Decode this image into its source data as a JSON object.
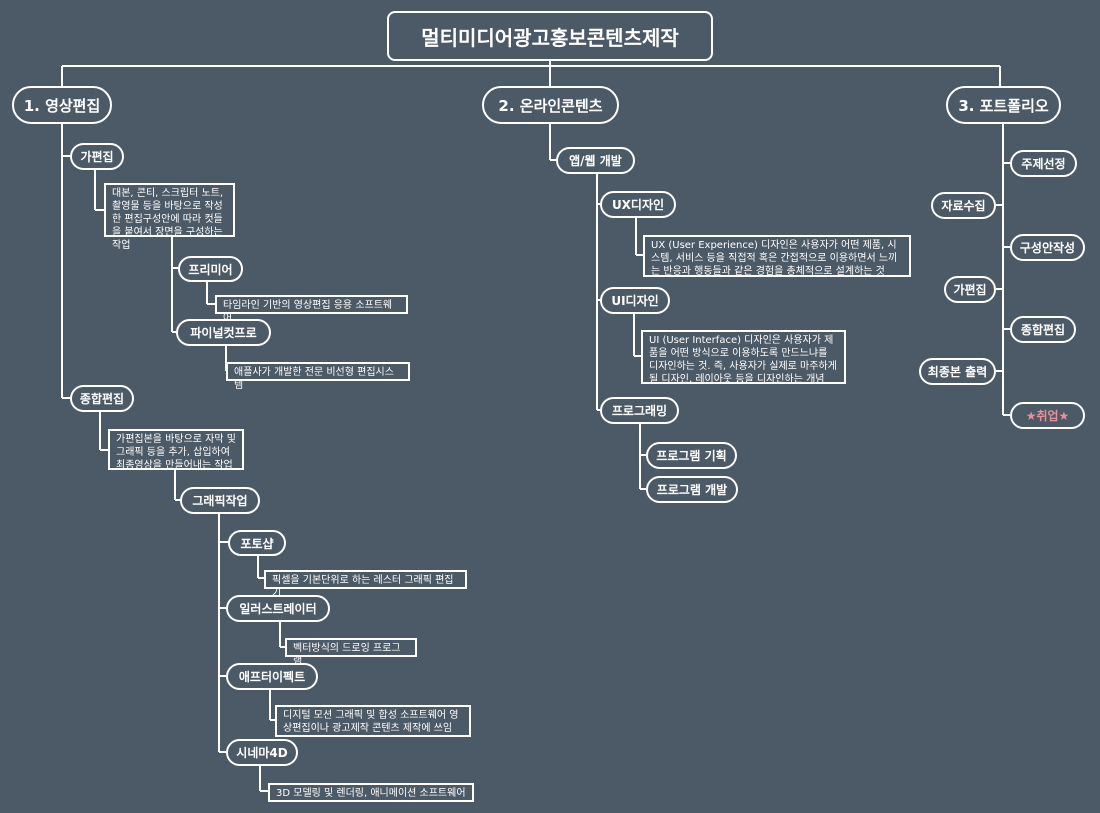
{
  "title": "멀티미디어광고홍보콘텐츠제작",
  "branch1": {
    "label": "1. 영상편집",
    "rough_edit": {
      "label": "가편집",
      "desc": "대본, 콘티, 스크립터 노트, 촬영물 등을 바탕으로 작성한 편집구성안에 따라 컷들을 붙여서 장면을 구성하는 작업",
      "premiere": {
        "label": "프리미어",
        "desc": "타임라인 기반의 영상편집 응용 소프트웨어"
      },
      "finalcut": {
        "label": "파이널컷프로",
        "desc": "애플사가 개발한 전문 비선형 편집시스템"
      }
    },
    "final_edit": {
      "label": "종합편집",
      "desc": "가편집본을 바탕으로 자막 및 그래픽 등을 추가, 삽입하여 최종영상을 만들어내는 작업",
      "graphic": {
        "label": "그래픽작업",
        "photoshop": {
          "label": "포토샵",
          "desc": "픽셀을 기본단위로 하는 레스터 그래픽 편집기"
        },
        "illustrator": {
          "label": "일러스트레이터",
          "desc": "벡터방식의 드로잉 프로그램"
        },
        "aftereffects": {
          "label": "애프터이펙트",
          "desc": "디지털 모션 그래픽 및 합성 소프트웨어 영상편집이나 광고제작 콘텐츠 제작에 쓰임"
        },
        "cinema4d": {
          "label": "시네마4D",
          "desc": "3D 모델링 및 렌더링, 애니메이션 소프트웨어"
        }
      }
    }
  },
  "branch2": {
    "label": "2. 온라인콘텐츠",
    "app": {
      "label": "앱/웹 개발",
      "ux": {
        "label": "UX디자인",
        "desc": "UX (User Experience) 디자인은 사용자가 어떤 제품, 시스템, 서비스 등을 직접적 혹은 간접적으로 이용하면서 느끼는 반응과 행동들과 같은 경험을 총체적으로 설계하는 것"
      },
      "ui": {
        "label": "UI디자인",
        "desc": "UI (User Interface) 디자인은 사용자가 제품을 어떤 방식으로 이용하도록 만드느냐를 디자인하는 것. 즉, 사용자가 실제로 마주하게 될 디자인, 레이아웃 등을 디자인하는 개념"
      },
      "programming": {
        "label": "프로그래밍",
        "plan": "프로그램 기획",
        "dev": "프로그램 개발"
      }
    }
  },
  "branch3": {
    "label": "3. 포트폴리오",
    "topic": "주제선정",
    "research": "자료수집",
    "draft": "구성안작성",
    "rough": "가편집",
    "final": "종합편집",
    "output": "최종본 출력",
    "job": "★취업★",
    "job_color": "#e8909a"
  }
}
